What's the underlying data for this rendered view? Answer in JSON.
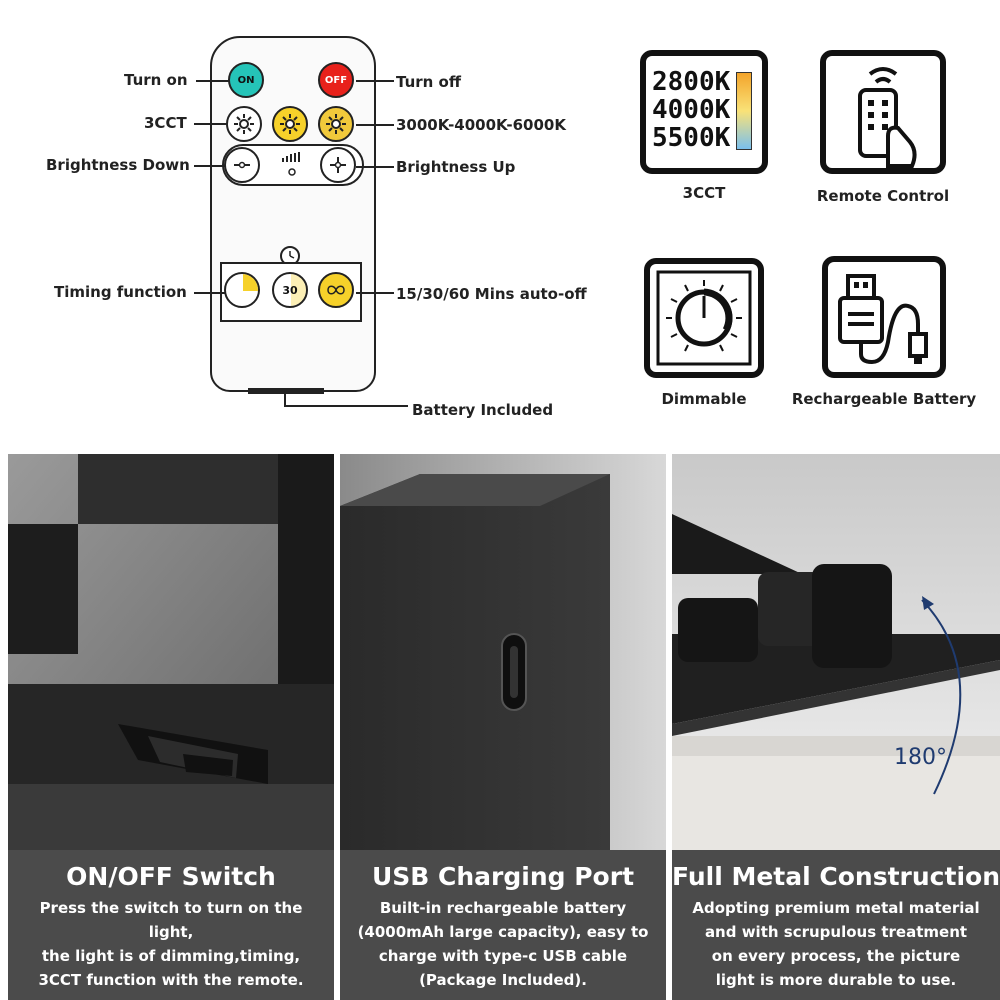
{
  "remote": {
    "buttons": {
      "on": "ON",
      "off": "OFF",
      "timer_30": "30"
    },
    "labels": {
      "turn_on": "Turn on",
      "turn_off": "Turn off",
      "cct": "3CCT",
      "cct_values": "3000K-4000K-6000K",
      "brightness_down": "Brightness Down",
      "brightness_up": "Brightness Up",
      "timing_function": "Timing function",
      "auto_off": "15/30/60 Mins auto-off",
      "battery_included": "Battery Included"
    },
    "colors": {
      "on": "#25c4b8",
      "off": "#e8211b",
      "yellow": "#f6d12a"
    }
  },
  "features": [
    {
      "label": "3CCT",
      "lines": [
        "2800K",
        "4000K",
        "5500K"
      ]
    },
    {
      "label": "Remote Control",
      "icon": "remote-control-icon"
    },
    {
      "label": "Dimmable",
      "icon": "dimmer-dial-icon"
    },
    {
      "label": "Rechargeable Battery",
      "icon": "usb-plug-icon"
    }
  ],
  "panels": [
    {
      "title": "ON/OFF Switch",
      "desc": [
        "Press the switch to turn on the light,",
        "the light is of dimming,timing,",
        "3CCT function with the remote."
      ]
    },
    {
      "title": "USB Charging Port",
      "desc": [
        "Built-in rechargeable battery",
        "(4000mAh large capacity), easy to",
        "charge with type-c USB cable",
        "(Package Included)."
      ]
    },
    {
      "title": "Full Metal Construction",
      "desc": [
        "Adopting premium metal material",
        "and with scrupulous treatment",
        "on every process, the picture",
        "light is more durable to use."
      ],
      "rotation_label": "180°"
    }
  ]
}
